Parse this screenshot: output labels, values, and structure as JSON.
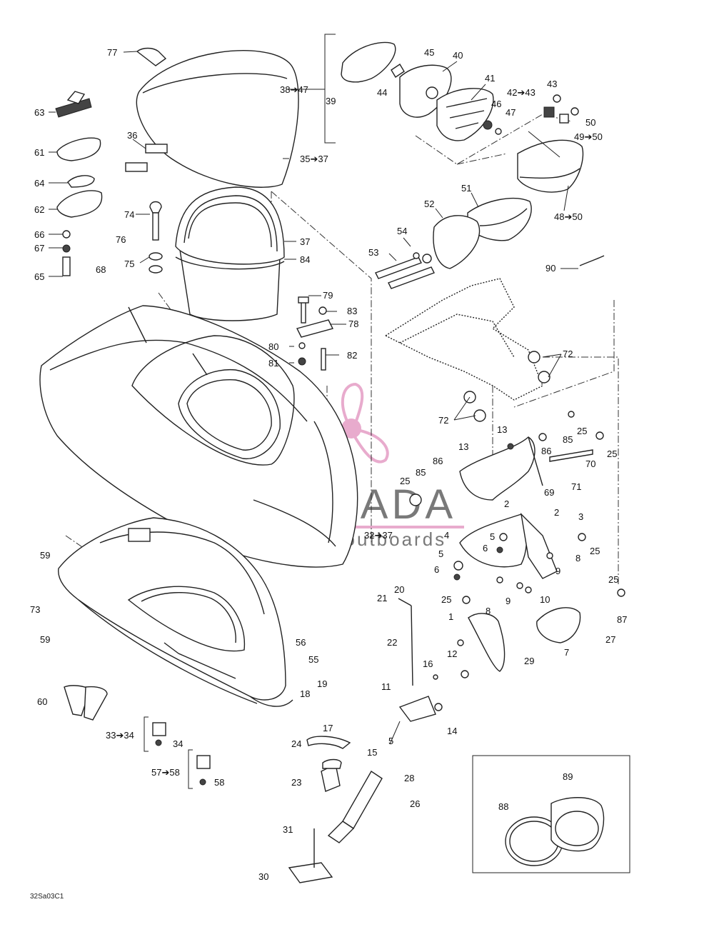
{
  "diagram_code": "32Sa03C1",
  "watermark": {
    "brand": "ARMADA",
    "tagline": "marine outboards",
    "color": "#e6a3c8",
    "text_color": "#6b6b6b"
  },
  "callouts": [
    "77",
    "63",
    "61",
    "64",
    "62",
    "66",
    "67",
    "65",
    "68",
    "36",
    "74",
    "76",
    "75",
    "38➔47",
    "39",
    "44",
    "45",
    "40",
    "41",
    "42➔43",
    "43",
    "46",
    "47",
    "50",
    "49➔50",
    "35➔37",
    "37",
    "84",
    "79",
    "83",
    "78",
    "80",
    "82",
    "81",
    "51",
    "52",
    "48➔50",
    "53",
    "54",
    "90",
    "72",
    "72",
    "13",
    "85",
    "25",
    "86",
    "25",
    "70",
    "13",
    "86",
    "85",
    "25",
    "69",
    "71",
    "2",
    "2",
    "3",
    "4",
    "5",
    "6",
    "5",
    "6",
    "32➔37",
    "8",
    "25",
    "9",
    "59",
    "25",
    "10",
    "21",
    "20",
    "25",
    "8",
    "9",
    "87",
    "1",
    "73",
    "22",
    "59",
    "56",
    "55",
    "27",
    "7",
    "29",
    "16",
    "12",
    "60",
    "19",
    "11",
    "18",
    "17",
    "14",
    "33➔34",
    "34",
    "24",
    "15",
    "5",
    "57➔58",
    "58",
    "28",
    "23",
    "26",
    "89",
    "88",
    "31",
    "30"
  ]
}
